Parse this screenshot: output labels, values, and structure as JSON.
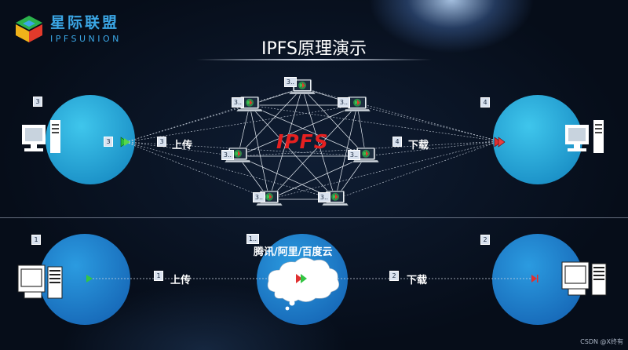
{
  "logo": {
    "cn": "星际联盟",
    "en": "IPFSUNION"
  },
  "title": "IPFS原理演示",
  "ipfs_label": "IPFS",
  "upload_label": "上传",
  "download_label": "下载",
  "cloud_label": "腾讯/阿里/百度云",
  "credit": "CSDN @X终有",
  "badges": {
    "top_left": "3",
    "top_arrow": "3",
    "top_upload": "3",
    "top_download": "4",
    "top_right": "4",
    "node": "3..",
    "bottom_left": "1",
    "bottom_upload": "1",
    "bottom_cloud": "1..",
    "bottom_download": "2",
    "bottom_right": "2"
  },
  "colors": {
    "circle": "#22a8dc",
    "circle_bottom": "#1f86cf",
    "accent": "#3ba7e6",
    "ipfs": "#e62020"
  }
}
